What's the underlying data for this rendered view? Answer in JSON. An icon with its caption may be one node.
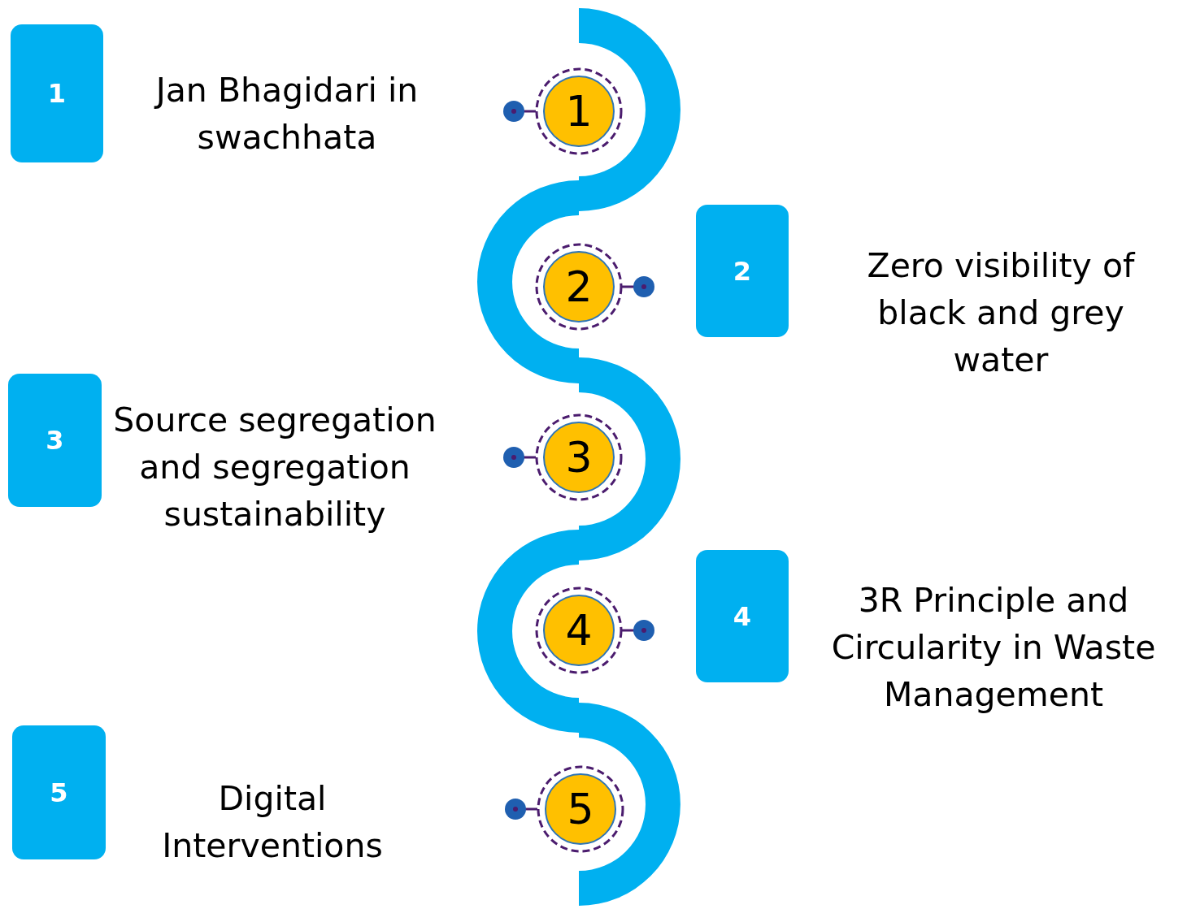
{
  "diagram": {
    "nodes": [
      {
        "text": [
          "1"
        ],
        "beside": [
          "Jan Bhagidari in swachhata"
        ]
      },
      {
        "text": [
          "1"
        ]
      },
      {
        "text": [
          "2"
        ]
      },
      {
        "text": [
          "2"
        ],
        "beside": [
          "Zero visibility of black and grey water"
        ]
      },
      {
        "text": [
          "3"
        ],
        "beside": [
          "Source segregation and segregation sustainability"
        ]
      },
      {
        "text": [
          "3"
        ]
      },
      {
        "text": [
          "4"
        ]
      },
      {
        "text": [
          "4"
        ],
        "beside": [
          "3R Principle and Circularity in Waste Management"
        ]
      },
      {
        "text": [
          "5"
        ],
        "beside": [
          "Digital Interventions"
        ]
      },
      {
        "text": [
          "5"
        ]
      }
    ]
  }
}
